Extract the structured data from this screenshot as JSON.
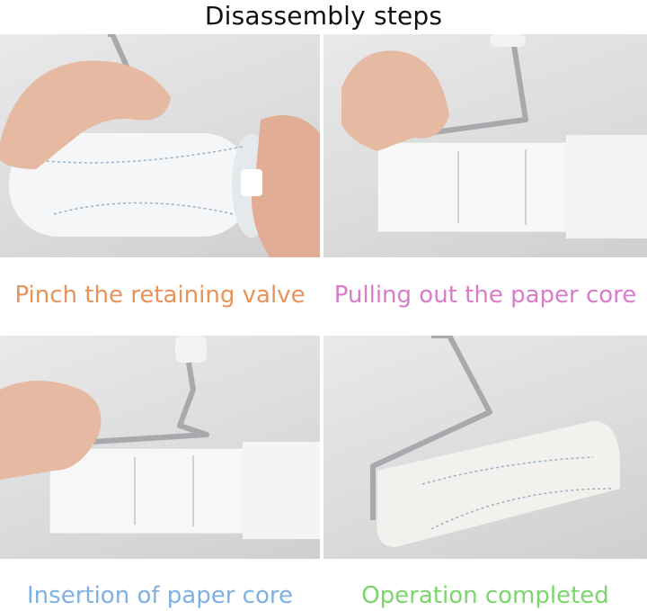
{
  "title": "Disassembly steps",
  "steps": [
    {
      "caption": "Pinch the retaining valve",
      "color": "#E8935A"
    },
    {
      "caption": "Pulling out the paper core",
      "color": "#D97BC9"
    },
    {
      "caption": "Insertion of paper core",
      "color": "#7FB0E4"
    },
    {
      "caption": "Operation completed",
      "color": "#7BD66B"
    }
  ],
  "colors": {
    "background": "#ffffff",
    "title": "#111111"
  }
}
